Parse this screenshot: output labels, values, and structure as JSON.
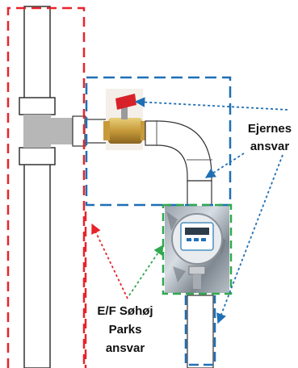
{
  "labels": {
    "owners": {
      "line1": "Ejernes",
      "line2": "ansvar"
    },
    "association": {
      "line1": "E/F Søhøj",
      "line2": "Parks",
      "line3": "ansvar"
    }
  },
  "colors": {
    "association_border": "#e8232b",
    "owners_border": "#1f6fb4",
    "meter_border": "#2fa84f",
    "arrow_owners": "#1f6fb4",
    "arrow_association_red": "#e8232b",
    "arrow_association_green": "#2fa84f"
  },
  "icons": {
    "valve": "ball-valve-icon",
    "meter": "water-meter-icon"
  }
}
